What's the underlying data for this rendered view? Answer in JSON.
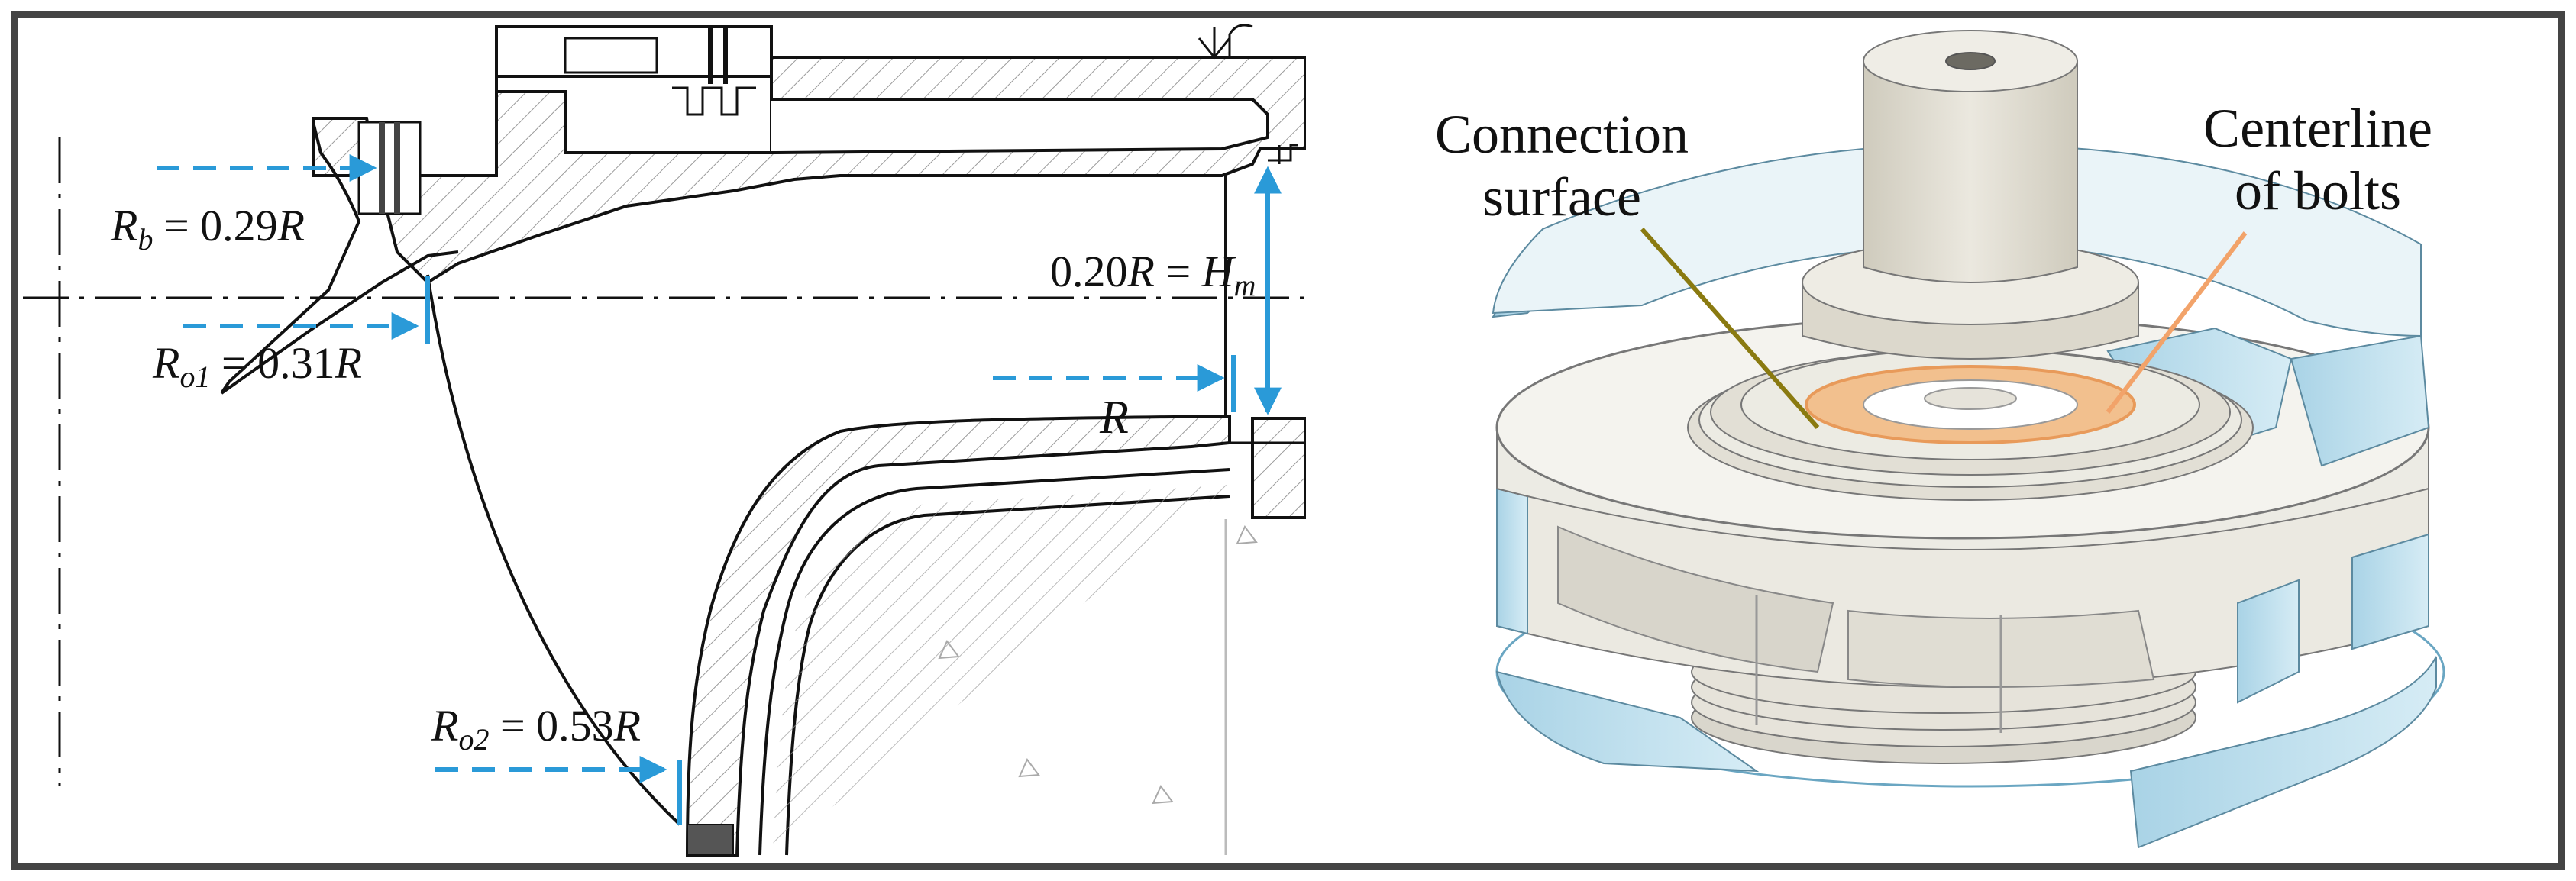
{
  "left_panel": {
    "labels": {
      "rb": {
        "sym": "R",
        "sub": "b",
        "eq": " = 0.29",
        "unit": "R"
      },
      "ro1": {
        "sym": "R",
        "sub": "o1",
        "eq": " = 0.31",
        "unit": "R"
      },
      "ro2": {
        "sym": "R",
        "sub": "o2",
        "eq": " = 0.53",
        "unit": "R"
      },
      "hm": {
        "pre": "0.20",
        "unit": "R",
        "eq": " = ",
        "sym": "H",
        "sub": "m"
      },
      "r": "R"
    },
    "colors": {
      "arrow": "#2a9ad8",
      "line": "#111111",
      "hatch": "#9a9a9a"
    }
  },
  "right_panel": {
    "labels": {
      "connection_1": "Connection",
      "connection_2": "surface",
      "centerline_1": "Centerline",
      "centerline_2": "of bolts"
    },
    "colors": {
      "leader_connection": "#8a7a10",
      "leader_bolts": "#f2a36a",
      "body": "#e8e6dc",
      "blue_part": "#bfe0ee",
      "orange_ring": "#f2b77e"
    }
  },
  "frame": {
    "border_color": "#444444"
  }
}
